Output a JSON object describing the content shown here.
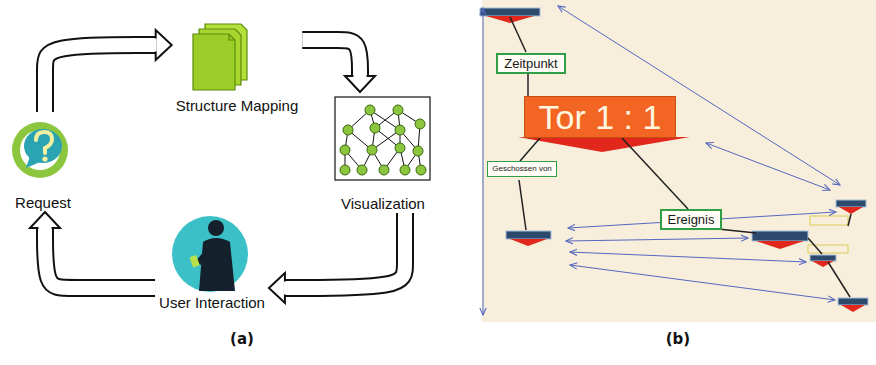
{
  "diagram": {
    "nodes": [
      {
        "text": [
          "Structure Mapping"
        ]
      },
      {
        "text": [
          "Request"
        ]
      },
      {
        "text": [
          "Visualization"
        ]
      },
      {
        "text": [
          "User Interaction"
        ]
      },
      {
        "text": [
          "Zeitpunkt"
        ]
      },
      {
        "text": [
          "Tor 1 : 1"
        ]
      },
      {
        "text": [
          "Geschossen von"
        ]
      },
      {
        "text": [
          "Ereignis"
        ]
      }
    ],
    "edges": [
      {
        "from": 1,
        "to": 0,
        "arrow": "to"
      },
      {
        "from": 0,
        "to": 2,
        "arrow": "to"
      },
      {
        "from": 2,
        "to": 3,
        "arrow": "to"
      },
      {
        "from": 3,
        "to": 1,
        "arrow": "to"
      },
      {
        "from": 5,
        "to": 4,
        "arrow": "none"
      },
      {
        "from": 5,
        "to": 6,
        "arrow": "none"
      },
      {
        "from": 5,
        "to": 7,
        "arrow": "none"
      }
    ],
    "labels": [
      "(a)",
      "(b)"
    ]
  }
}
